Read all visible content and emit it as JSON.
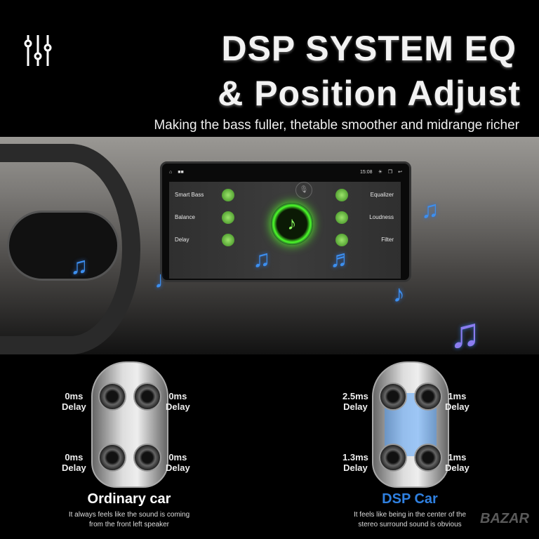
{
  "header": {
    "title_line1": "DSP SYSTEM EQ",
    "title_line2": "& Position Adjust",
    "subtitle": "Making the bass fuller, thetable smoother and midrange richer",
    "icon": "equalizer-sliders-icon"
  },
  "screen": {
    "status_time": "15:08",
    "left_items": [
      "Smart Bass",
      "Balance",
      "Delay"
    ],
    "right_items": [
      "Equalizer",
      "Loudness",
      "Filter"
    ]
  },
  "ordinary": {
    "caption": "Ordinary car",
    "description_line1": "It always feels like the sound is coming",
    "description_line2": "from the front left speaker",
    "delays": [
      {
        "value": "0ms",
        "label": "Delay"
      },
      {
        "value": "0ms",
        "label": "Delay"
      },
      {
        "value": "0ms",
        "label": "Delay"
      },
      {
        "value": "0ms",
        "label": "Delay"
      }
    ]
  },
  "dsp": {
    "caption": "DSP Car",
    "description_line1": "It feels like being in the center of the",
    "description_line2": "stereo surround sound is obvious",
    "delays": [
      {
        "value": "2.5ms",
        "label": "Delay"
      },
      {
        "value": "1ms",
        "label": "Delay"
      },
      {
        "value": "1.3ms",
        "label": "Delay"
      },
      {
        "value": "1ms",
        "label": "Delay"
      }
    ]
  },
  "colors": {
    "accent_blue": "#2f80e0",
    "accent_green": "#58ff2a"
  },
  "watermark": "BAZAR"
}
